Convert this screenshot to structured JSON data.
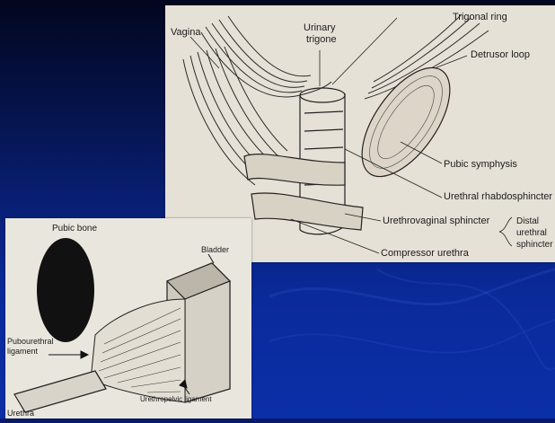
{
  "slide": {
    "background_color": "#0a2a9a",
    "dark_corner_color": "#02061e"
  },
  "anatomy_figure": {
    "labels": {
      "vagina": "Vagina",
      "urinary_trigone_1": "Urinary",
      "urinary_trigone_2": "trigone",
      "trigonal_ring": "Trigonal ring",
      "detrusor_loop": "Detrusor loop",
      "pubic_symphysis": "Pubic symphysis",
      "urethral_rhabdosphincter": "Urethral rhabdosphincter",
      "urethrovaginal_sphincter": "Urethrovaginal sphincter",
      "compressor_urethra": "Compressor urethra",
      "distal_1": "Distal",
      "distal_2": "urethral",
      "distal_3": "sphincter"
    }
  },
  "schematic_figure": {
    "labels": {
      "pubic_bone": "Pubic bone",
      "bladder": "Bladder",
      "pubourethral_ligament_1": "Pubourethral",
      "pubourethral_ligament_2": "ligament",
      "urethra": "Urethra",
      "urethropelvic_ligament": "Urethropelvic ligament"
    }
  }
}
